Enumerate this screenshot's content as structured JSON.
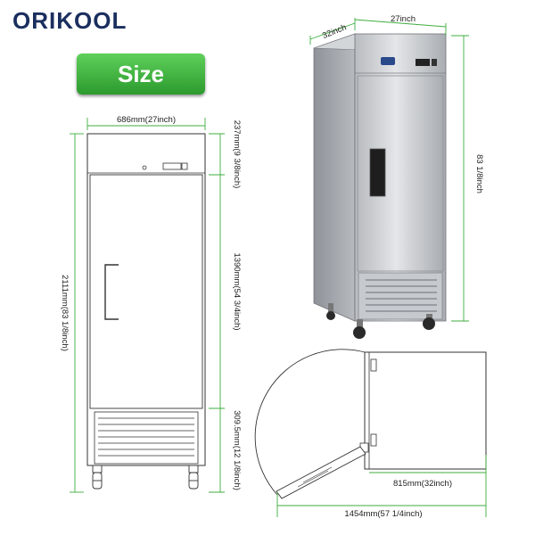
{
  "brand": {
    "logo_text": "ORIKOOL"
  },
  "badge": {
    "label": "Size"
  },
  "front_view": {
    "width_label": "686mm(27inch)",
    "total_height_label": "2111mm(83 1/8inch)",
    "top_section_label": "237mm(9 3/8inch)",
    "door_height_label": "1390mm(54 3/4inch)",
    "bottom_section_label": "309.5mm(12 1/8inch)"
  },
  "iso_view": {
    "depth_label": "32inch",
    "width_label": "27inch",
    "height_label": "83 1/8inch"
  },
  "top_view": {
    "depth_open_label": "815mm(32inch)",
    "total_depth_label": "1454mm(57 1/4inch)"
  },
  "colors": {
    "dimension_line": "#3fae3f",
    "brand": "#1b2f5e",
    "badge": "#3ab53a",
    "steel": "#c9ccd0"
  }
}
